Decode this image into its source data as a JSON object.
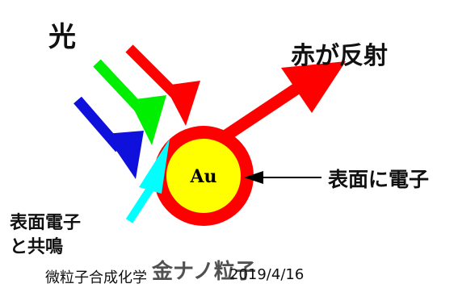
{
  "title": "光",
  "particle_label": "Au",
  "labels": {
    "red_reflection": "赤が反射",
    "surface_electron": "表面に電子",
    "surface_resonance": "表面電子と共鳴",
    "gold_nanoparticle": "金ナノ粒子"
  },
  "footer": {
    "text": "微粒子合成化学",
    "date": "2019/4/16"
  },
  "colors": {
    "red": "#ff0000",
    "green": "#00ee00",
    "blue": "#1010dd",
    "cyan": "#00ffff",
    "gold": "#ffff00",
    "shell": "#ff0000"
  }
}
